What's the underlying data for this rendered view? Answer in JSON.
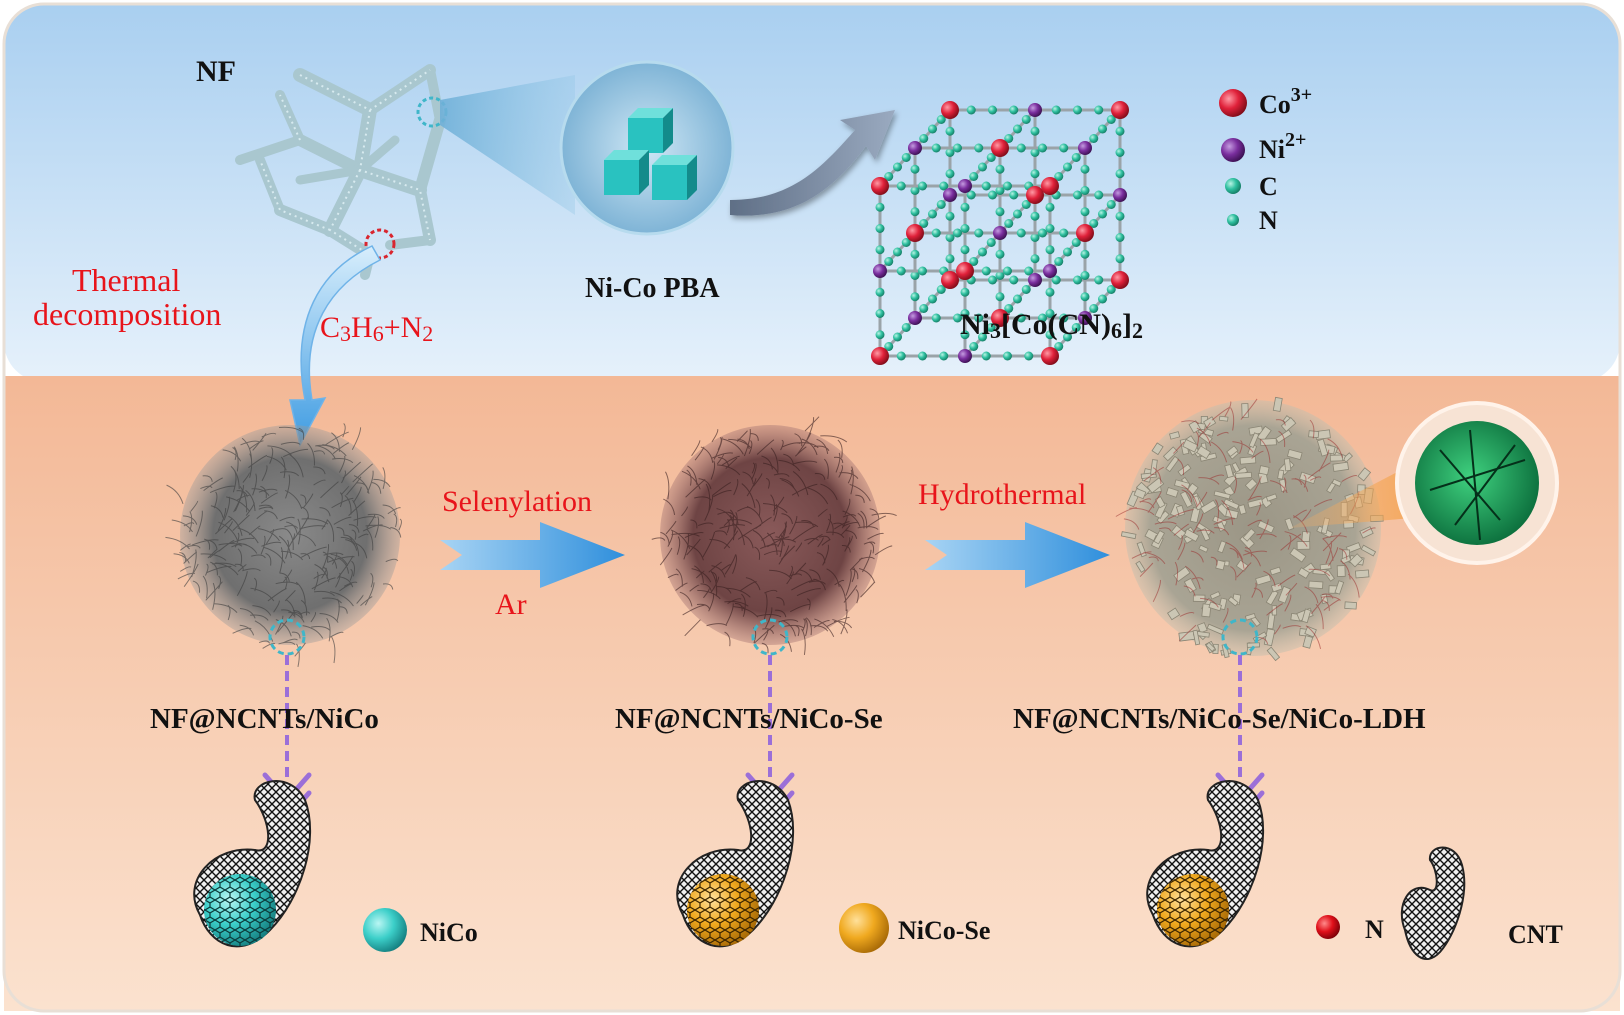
{
  "top_panel": {
    "nf_label": "NF",
    "pba_label": "Ni-Co PBA",
    "formula": {
      "a": "Ni",
      "b": "3",
      "c": "[Co(CN)",
      "d": "6",
      "e": "]",
      "f": "2"
    },
    "legend": [
      {
        "element": "Co",
        "charge": "3+",
        "color": "#e0213a"
      },
      {
        "element": "Ni",
        "charge": "2+",
        "color": "#7a2e9e"
      },
      {
        "element": "C",
        "charge": "",
        "color": "#2fc0a0"
      },
      {
        "element": "N",
        "charge": "",
        "color": "#33cdb0"
      }
    ]
  },
  "step1": {
    "line1": "Thermal",
    "line2": "decomposition",
    "gas": {
      "a": "C",
      "b": "3",
      "c": "H",
      "d": "6",
      "e": "+N",
      "f": "2"
    }
  },
  "step2": {
    "top": "Selenylation",
    "bottom": "Ar"
  },
  "step3": {
    "top": "Hydrothermal"
  },
  "products": [
    {
      "label": "NF@NCNTs/NiCo"
    },
    {
      "label": "NF@NCNTs/NiCo-Se"
    },
    {
      "label": "NF@NCNTs/NiCo-Se/NiCo-LDH"
    }
  ],
  "bottom_legend": {
    "nico": "NiCo",
    "nicose": "NiCo-Se",
    "n": "N",
    "cnt": "CNT"
  },
  "colors": {
    "top_bg_light": "#dfeefb",
    "top_bg_dark": "#a9cff0",
    "bottom_bg": "#f6c7aa",
    "red_text": "#e8141b",
    "arrow_blue": "#4aa3e6",
    "nico": "#3ccfc9",
    "nicose": "#f0a91f",
    "n_dot": "#e0101a"
  }
}
